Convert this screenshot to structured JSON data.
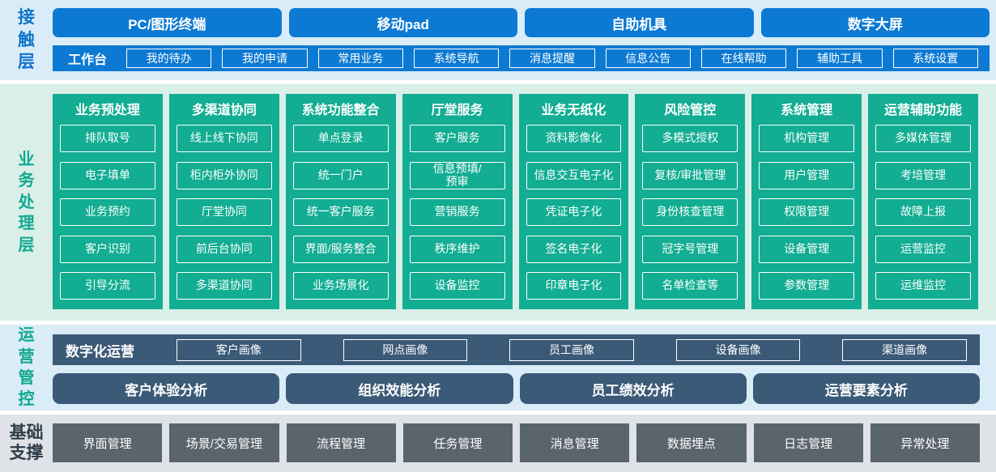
{
  "colors": {
    "blue": "#0c7ad3",
    "teal": "#12ad92",
    "slate_blue": "#3b5a77",
    "gray_item": "#5a646d",
    "bg_light_blue": "#d9ecf8",
    "bg_light_green": "#d9efe8",
    "bg_light_gray": "#dfe2e6",
    "label_blue": "#1074cd",
    "label_teal": "#12a88e",
    "label_dark": "#2f3d49"
  },
  "layers": {
    "contact": {
      "label": "接触层",
      "channels": [
        "PC/图形终端",
        "移动pad",
        "自助机具",
        "数字大屏"
      ],
      "workbench_label": "工作台",
      "workbench_items": [
        "我的待办",
        "我的申请",
        "常用业务",
        "系统导航",
        "消息提醒",
        "信息公告",
        "在线帮助",
        "辅助工具",
        "系统设置"
      ]
    },
    "business": {
      "label": "业务处理层",
      "columns": [
        {
          "title": "业务预处理",
          "items": [
            "排队取号",
            "电子填单",
            "业务预约",
            "客户识别",
            "引导分流"
          ]
        },
        {
          "title": "多渠道协同",
          "items": [
            "线上线下协同",
            "柜内柜外协同",
            "厅堂协同",
            "前后台协同",
            "多渠道协同"
          ]
        },
        {
          "title": "系统功能整合",
          "items": [
            "单点登录",
            "统一门户",
            "统一客户服务",
            "界面/服务整合",
            "业务场景化"
          ]
        },
        {
          "title": "厅堂服务",
          "items": [
            "客户服务",
            "信息预填/\n预审",
            "营销服务",
            "秩序维护",
            "设备监控"
          ]
        },
        {
          "title": "业务无纸化",
          "items": [
            "资料影像化",
            "信息交互电子化",
            "凭证电子化",
            "签名电子化",
            "印章电子化"
          ]
        },
        {
          "title": "风险管控",
          "items": [
            "多模式授权",
            "复核/审批管理",
            "身份核查管理",
            "冠字号管理",
            "名单检查等"
          ]
        },
        {
          "title": "系统管理",
          "items": [
            "机构管理",
            "用户管理",
            "权限管理",
            "设备管理",
            "参数管理"
          ]
        },
        {
          "title": "运营辅助功能",
          "items": [
            "多媒体管理",
            "考培管理",
            "故障上报",
            "运营监控",
            "运维监控"
          ]
        }
      ]
    },
    "ops": {
      "label": "运营管控",
      "digital_label": "数字化运营",
      "portraits": [
        "客户画像",
        "网点画像",
        "员工画像",
        "设备画像",
        "渠道画像"
      ],
      "analyses": [
        "客户体验分析",
        "组织效能分析",
        "员工绩效分析",
        "运营要素分析"
      ]
    },
    "base": {
      "label": "基础支撑",
      "items": [
        "界面管理",
        "场景/交易管理",
        "流程管理",
        "任务管理",
        "消息管理",
        "数据埋点",
        "日志管理",
        "异常处理"
      ]
    }
  }
}
